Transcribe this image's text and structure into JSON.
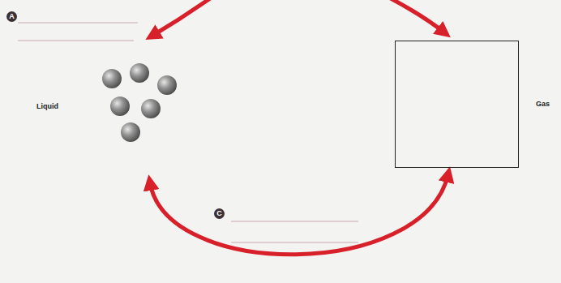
{
  "diagram": {
    "nodes": [
      {
        "text": [
          "Liquid"
        ]
      },
      {
        "text": [
          "Gas"
        ]
      }
    ],
    "edges": [
      {
        "from": 0,
        "to": 1,
        "arrow": "both"
      }
    ],
    "labels": [
      "A",
      "C"
    ]
  }
}
